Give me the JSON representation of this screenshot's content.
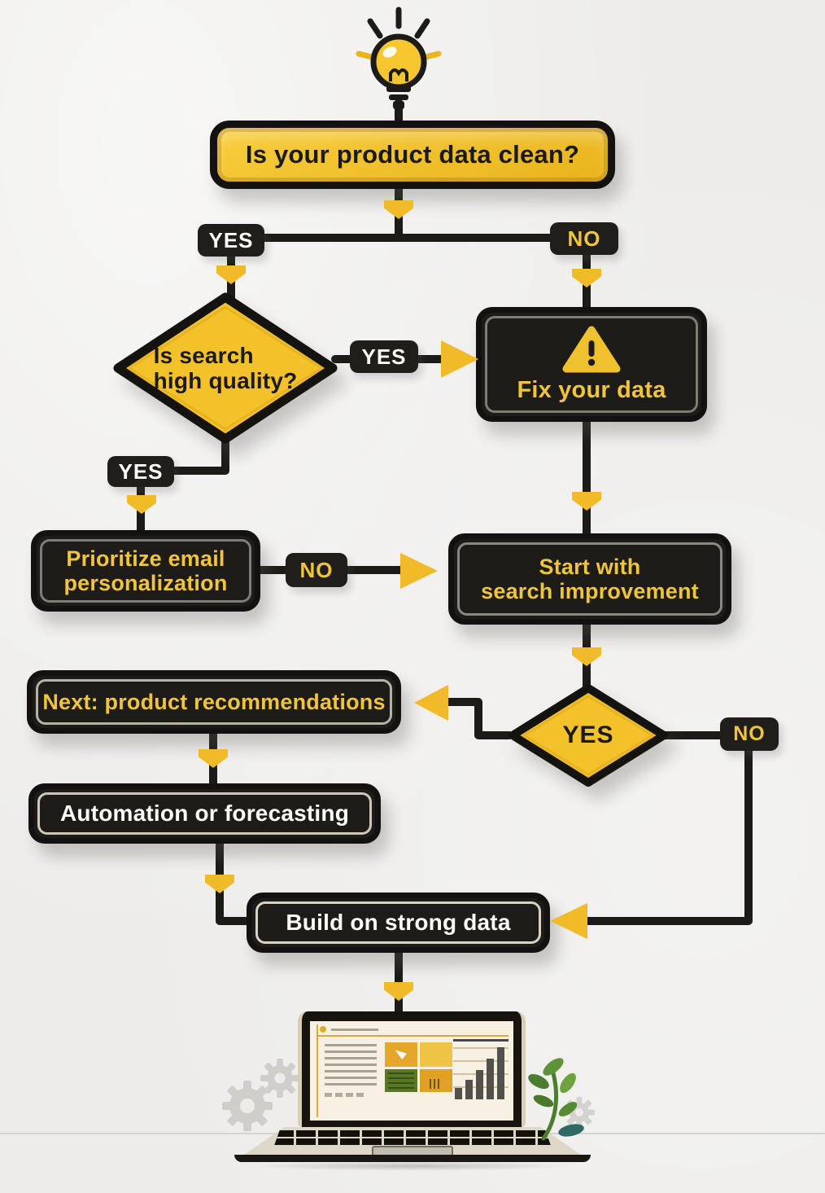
{
  "colors": {
    "background": "#edecea",
    "yellow": "#f2c232",
    "black": "#1d1b18",
    "yellow_text": "#f0c43c",
    "white_text": "#fcfbf7",
    "arrow": "#f0ba29"
  },
  "nodes": {
    "main_question": {
      "label": "Is your product data clean?",
      "type": "question"
    },
    "search_quality": {
      "label": "Is search\nhigh quality?",
      "type": "decision"
    },
    "fix_data": {
      "label": "Fix your data",
      "type": "action"
    },
    "prioritize_email": {
      "label": "Prioritize email\npersonalization",
      "type": "action"
    },
    "search_improvement": {
      "label": "Start with\nsearch improvement",
      "type": "action"
    },
    "product_recommendations": {
      "label": "Next: product recommendations",
      "type": "action"
    },
    "automation_forecasting": {
      "label": "Automation or forecasting",
      "type": "action"
    },
    "build_strong_data": {
      "label": "Build on strong data",
      "type": "action"
    },
    "yes_decision": {
      "label": "YES",
      "type": "decision"
    }
  },
  "edge_labels": {
    "clean_yes": "YES",
    "clean_no": "NO",
    "search_yes_right": "YES",
    "search_yes_down": "YES",
    "email_no": "NO",
    "decision_no": "NO"
  },
  "icons": {
    "top": "lightbulb-icon",
    "warning": "warning-triangle-icon",
    "bottom": "laptop-analytics-illustration",
    "side_left": "gear-icon",
    "side_right": "plant-icon"
  }
}
